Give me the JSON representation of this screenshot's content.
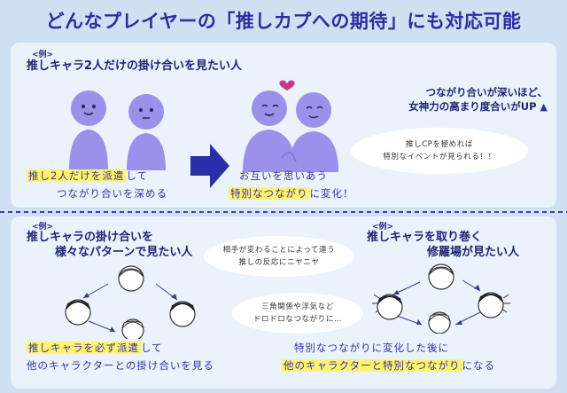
{
  "title": "どんなプレイヤーの「推しカプへの期待」にも対応可能",
  "top": {
    "example_label": "<例>",
    "heading": "推しキャラ2人だけの掛け合いを見たい人",
    "left_line1_hl": "推し2人だけを派遣",
    "left_line1_rest": "して",
    "left_line2": "つながり合いを深める",
    "right_line1": "お互いを思いあう",
    "right_line2_hl": "特別なつながり",
    "right_line2_rest": "に変化！",
    "note_line1": "つながり合いが深いほど、",
    "note_line2": "女神力の高まり度合いがUP",
    "bubble": [
      "推しCPを極めれば",
      "特別なイベントが見られる！！"
    ]
  },
  "bottom_left": {
    "example_label": "<例>",
    "heading_line1": "推しキャラの掛け合いを",
    "heading_line2": "様々なパターンで見たい人",
    "line1_hl": "推しキャラを必ず派遣",
    "line1_rest": "して",
    "line2": "他のキャラクターとの掛け合いを見る"
  },
  "bottom_mid": {
    "bubble1": [
      "相手が変わることによって違う",
      "推しの反応にニヤニヤ"
    ],
    "bubble2": [
      "三角関係や浮気など",
      "ドロドロなつながりに…"
    ]
  },
  "bottom_right": {
    "example_label": "<例>",
    "heading_line1": "推しキャラを取り巻く",
    "heading_line2": "修羅場が見たい人",
    "line1": "特別なつながりに変化した後に",
    "line2_hl": "他のキャラクターと特別なつながり",
    "line2_rest": "になる"
  },
  "colors": {
    "figure": "#9a92ea",
    "arrow": "#2a2fa8",
    "highlight": "#fff36b",
    "heart": "#c43a88"
  }
}
